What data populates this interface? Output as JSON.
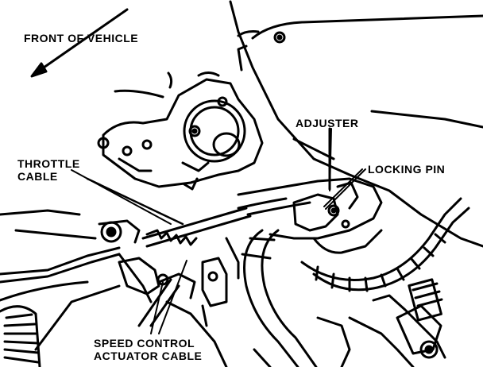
{
  "labels": {
    "front": "FRONT OF VEHICLE",
    "adjuster": "ADJUSTER",
    "locking_pin": "LOCKING PIN",
    "throttle": [
      "THROTTLE",
      "CABLE"
    ],
    "speed_control": [
      "SPEED CONTROL",
      "ACTUATOR CABLE"
    ]
  },
  "colors": {
    "ink": "#000000",
    "paper": "#ffffff"
  }
}
